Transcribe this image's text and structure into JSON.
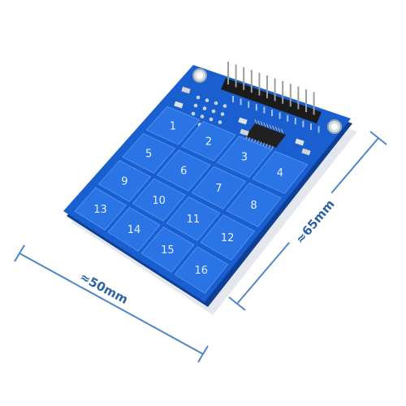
{
  "product": {
    "board_color": "#1a5fd0",
    "board_edge_color": "#0e3f94",
    "pad_color": "#2a74e6",
    "pad_labels": [
      "1",
      "2",
      "3",
      "4",
      "5",
      "6",
      "7",
      "8",
      "9",
      "10",
      "11",
      "12",
      "13",
      "14",
      "15",
      "16"
    ]
  },
  "dimensions": {
    "width_label": "≈50mm",
    "height_label": "≈65mm",
    "line_color": "#4f86c6"
  }
}
